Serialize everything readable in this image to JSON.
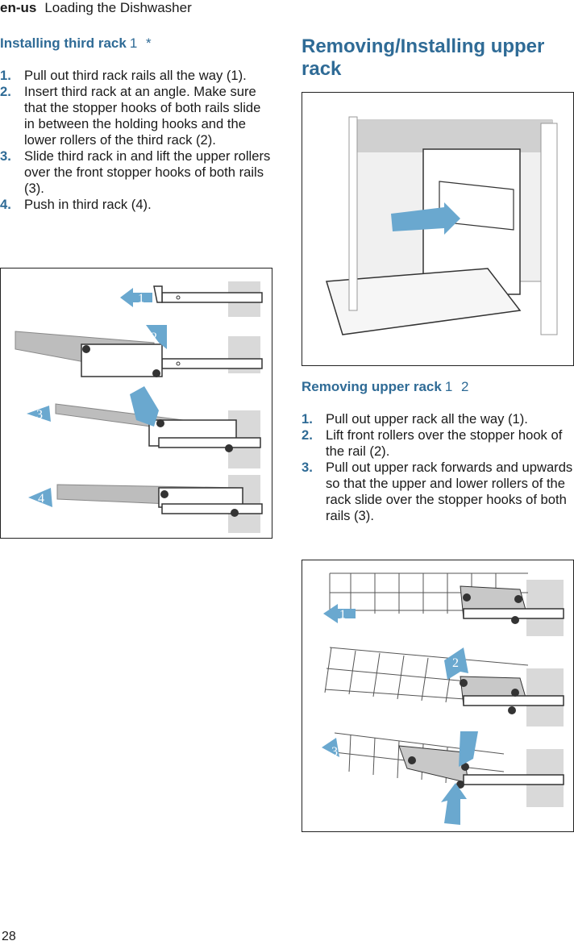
{
  "header": {
    "lang": "en-us",
    "title": "Loading the Dishwasher"
  },
  "left": {
    "heading": "Installing third rack",
    "heading_symbols": "1 *",
    "steps": [
      {
        "num": "1.",
        "text": "Pull out third rack rails all the way (1)."
      },
      {
        "num": "2.",
        "text": "Insert third rack at an angle. Make sure that the stopper hooks of both rails slide in between the holding hooks and the lower rollers of the third rack (2)."
      },
      {
        "num": "3.",
        "text": "Slide third rack in and lift the upper rollers over the front stopper hooks of both rails (3)."
      },
      {
        "num": "4.",
        "text": "Push in third rack (4)."
      }
    ],
    "figure_labels": [
      "1",
      "2",
      "3",
      "4"
    ]
  },
  "right": {
    "heading": "Removing/Installing upper rack",
    "subheading": "Removing upper rack",
    "subheading_symbols": "1 2",
    "steps": [
      {
        "num": "1.",
        "text": "Pull out upper rack all the way (1)."
      },
      {
        "num": "2.",
        "text": "Lift front rollers over the stopper hook of the rail (2)."
      },
      {
        "num": "3.",
        "text": "Pull out upper rack forwards and upwards so that the upper and lower rollers of the rack slide over the stopper hooks of both rails (3)."
      }
    ],
    "figure_labels": [
      "1",
      "2",
      "3"
    ]
  },
  "footer": {
    "page_number": "28"
  },
  "colors": {
    "accent": "#2f6b96",
    "arrow": "#6aa8cf"
  }
}
